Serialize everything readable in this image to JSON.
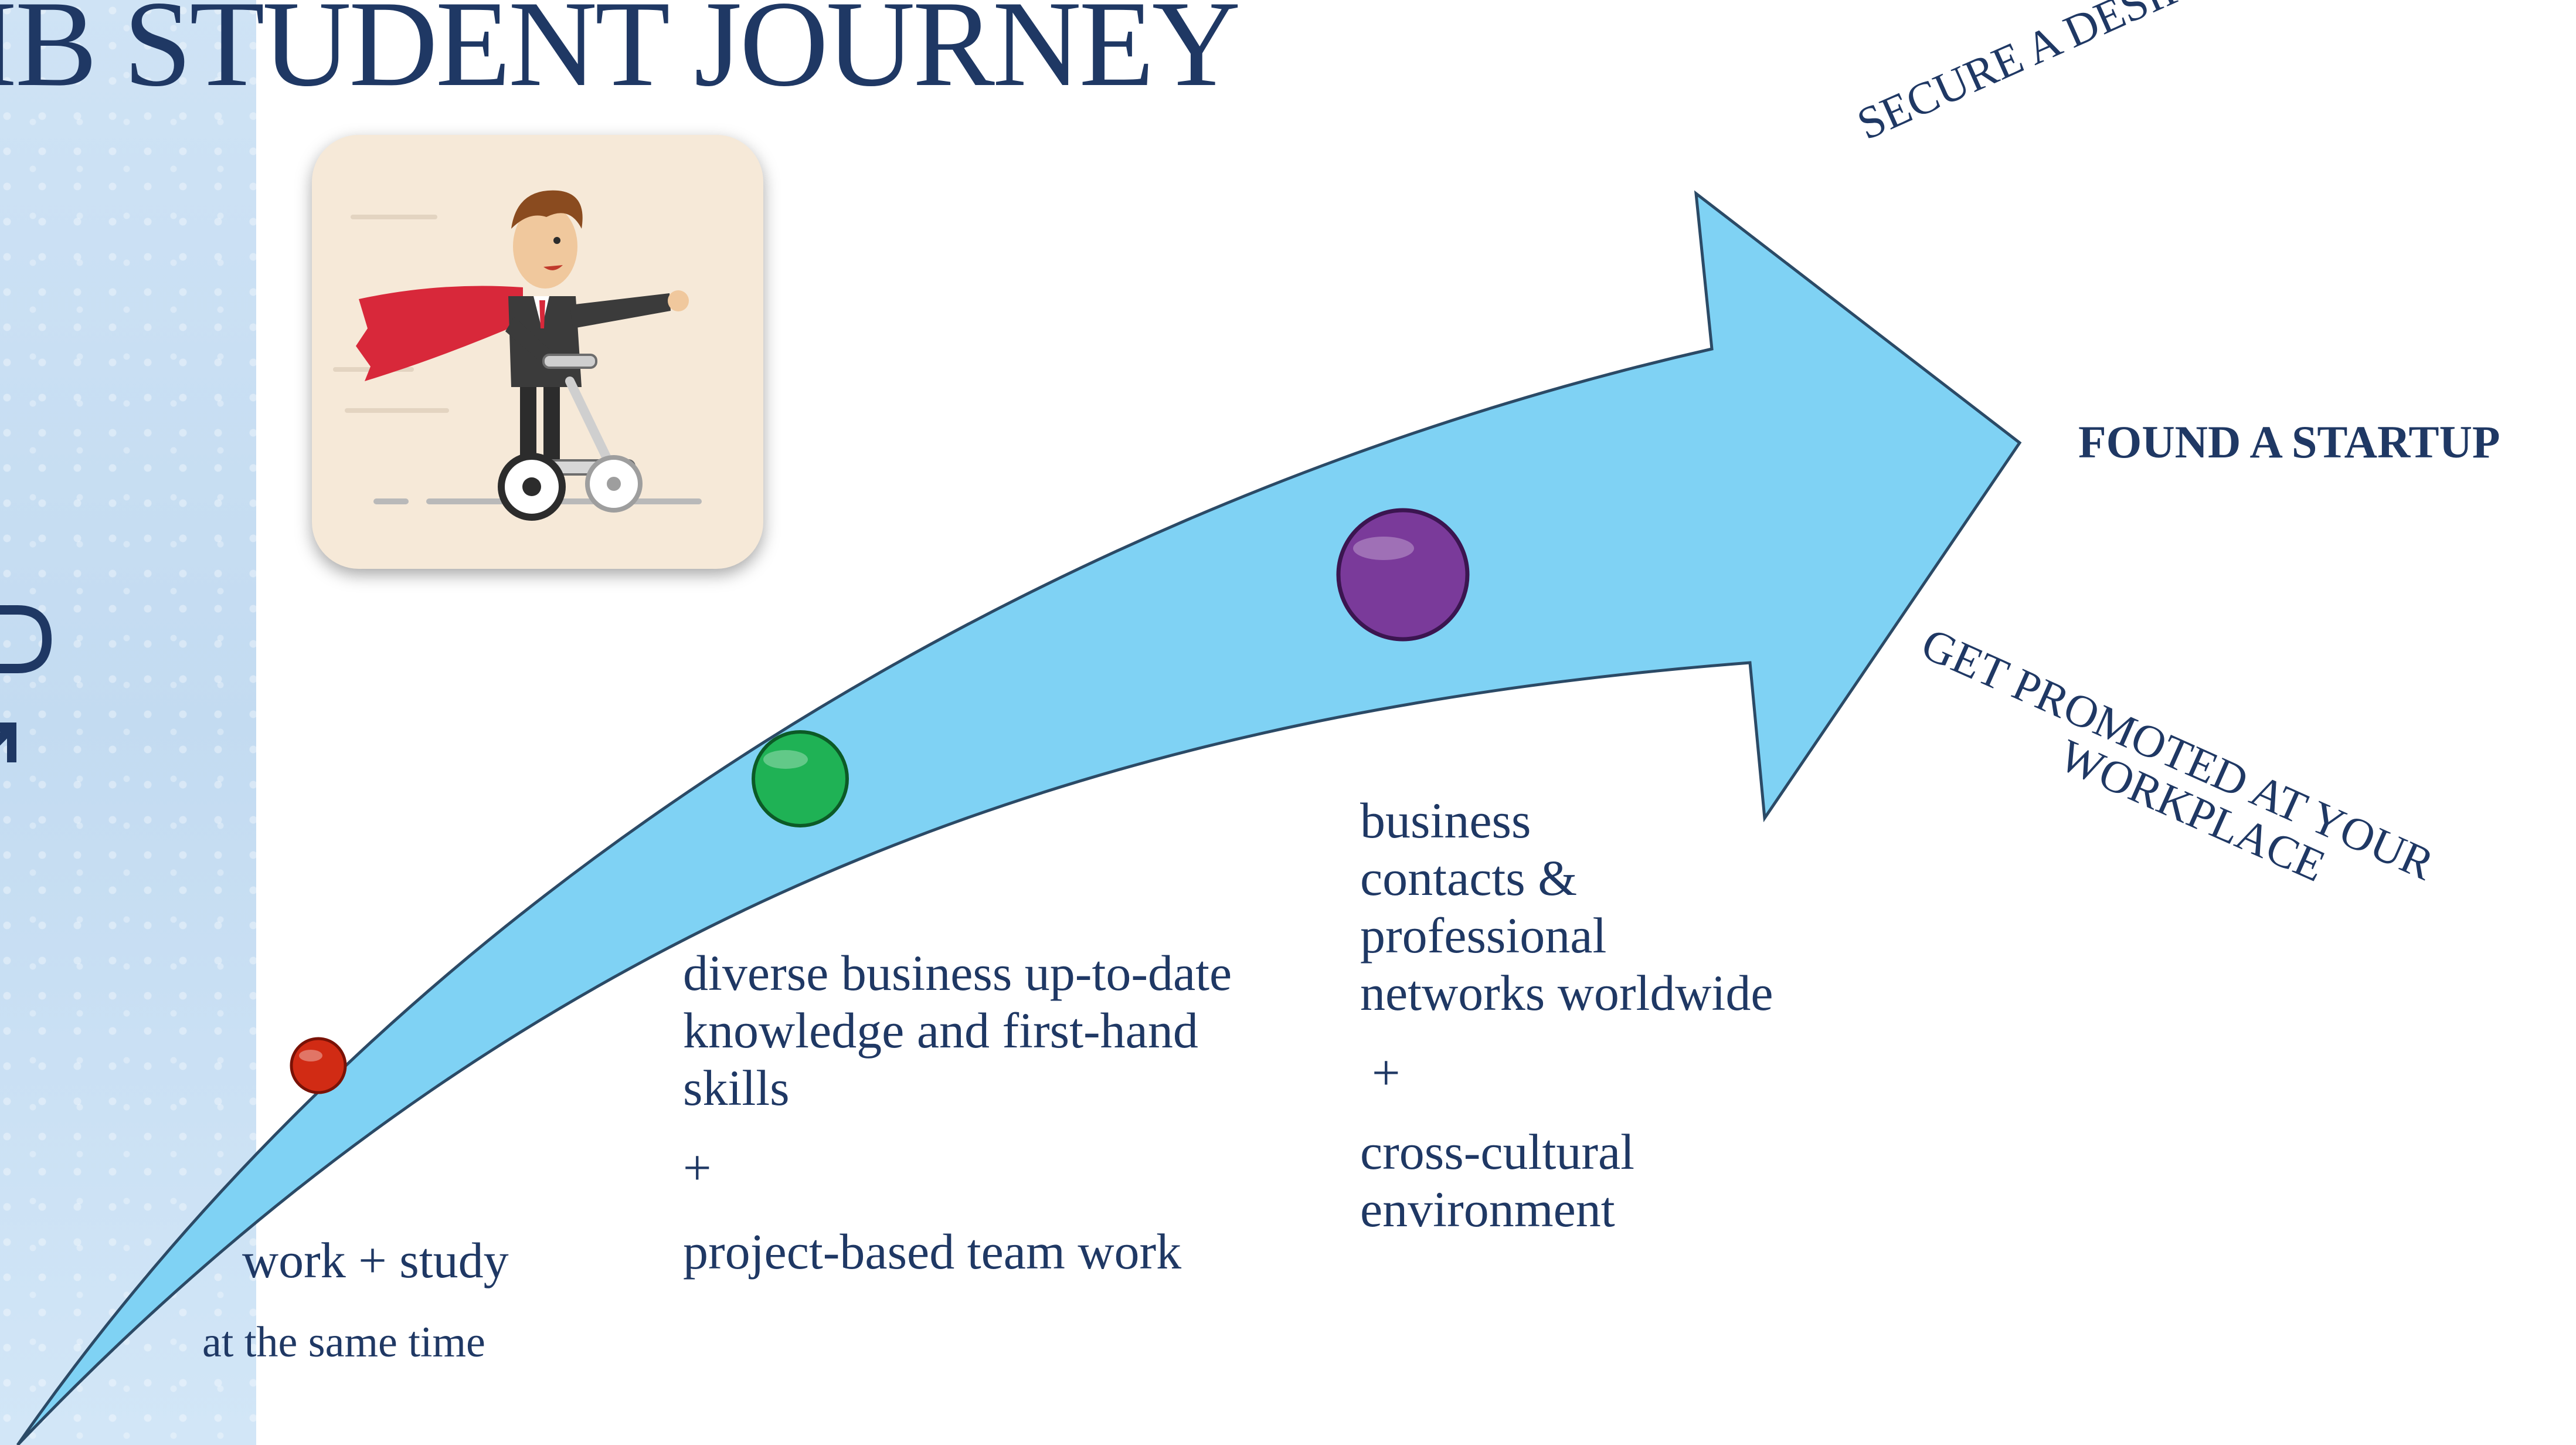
{
  "title": "IB STUDENT JOURNEY",
  "colors": {
    "title": "#1f3864",
    "arrow_fill": "#7fd2f4",
    "arrow_stroke": "#2b4a66",
    "side_panel": "#cfe3f5",
    "milestone_1": "#d12b14",
    "milestone_2": "#1fb255",
    "milestone_3": "#7a3a9a"
  },
  "icons": {
    "illustration": "businessman-on-hoverboard-illustration",
    "side": "partial-arrow-icon"
  },
  "stages": [
    {
      "line1": "work + study",
      "line2": "at the same time"
    },
    {
      "lines": [
        "diverse business up-to-date",
        "knowledge and first-hand",
        "skills"
      ],
      "plus": "+",
      "extra": "project-based team work"
    },
    {
      "lines": [
        "business",
        "contacts &",
        "professional",
        "networks  worldwide"
      ],
      "plus": "+",
      "extra_lines": [
        "cross-cultural",
        "environment"
      ]
    }
  ],
  "outcomes": {
    "top": "SECURE A DESIRED NEW JOB",
    "middle": "FOUND A STARTUP",
    "bottom_line1": "GET PROMOTED AT YOUR",
    "bottom_line2": "WORKPLACE"
  }
}
